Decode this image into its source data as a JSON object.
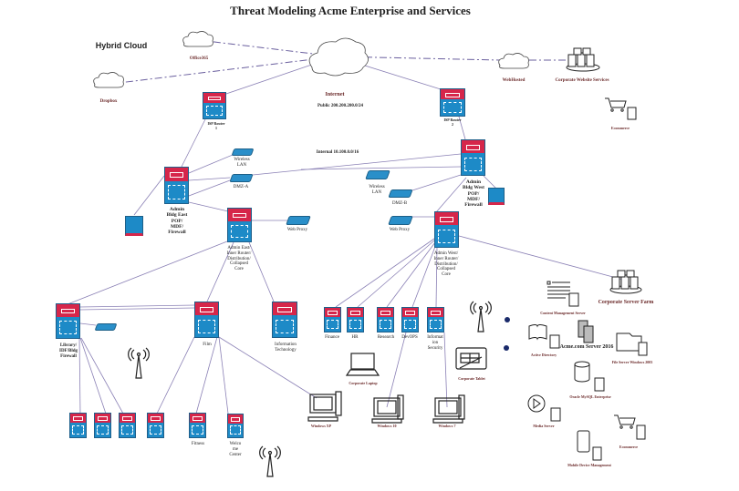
{
  "title": "Threat Modeling Acme Enterprise and Services",
  "hybrid_cloud": "Hybrid Cloud",
  "clouds": {
    "office365": "Office365",
    "dropbox": "Dropbox",
    "webhosted": "WebHosted",
    "internet": "Internet"
  },
  "networks": {
    "public": "Public 200.200.200.0/24",
    "internal": "Internal 10.100.0.0/16"
  },
  "devices": {
    "isp1": [
      "ISP Router",
      "1"
    ],
    "isp2": [
      "ISP Router",
      "2"
    ],
    "admin_east": [
      "Admin",
      "Bldg East",
      "POP/",
      "MDF/",
      "Firewall"
    ],
    "admin_west": [
      "Admin",
      "Bldg West",
      "POP/",
      "MDF/",
      "Firewall"
    ],
    "wlan_east": [
      "Wireless",
      "LAN"
    ],
    "wlan_west": [
      "Wireless",
      "LAN"
    ],
    "dmz_a": "DMZ-A",
    "dmz_b": "DMZ-B",
    "web_proxy_east": "Web Proxy",
    "web_proxy_west": "Web Proxy",
    "core_east": [
      "Admin East/",
      "Inner Router/",
      "Distribution/",
      "Collapsed",
      "Core"
    ],
    "core_west": [
      "Admin West/",
      "Inner Router/",
      "Distribution/",
      "Collapsed",
      "Core"
    ],
    "library": [
      "Library/",
      "IDF/Bldg",
      "Firewall"
    ],
    "film": "Film",
    "it": [
      "Information",
      "Technology"
    ],
    "finance": "Finance",
    "hr": "HR",
    "research": "Research",
    "devops": "DevOPS",
    "infosec": [
      "Informat",
      "ion",
      "Security"
    ],
    "fitness": "Fitness",
    "welcome": [
      "Welco",
      "me",
      "Center"
    ]
  },
  "endpoints": {
    "laptop": "Corporate Laptop",
    "tablet": "Corporate Tablet",
    "winxp": "Windows XP",
    "win10": "Windows 10",
    "win7": "Windows 7"
  },
  "services": {
    "corp_web": "Corporate Website Services",
    "ecommerce_top": "Ecommerce",
    "server_farm": "Corporate Server Farm",
    "cms": "Content Management Server",
    "ad": "Active Directory",
    "acme_server": "Acme.com Server 2016",
    "file_server": "File Server Windows 2003",
    "oracle": "Oracle MySQL Enterprise",
    "media": "Media Server",
    "ecommerce": "Ecommerce",
    "mdm": "Mobile Device Management"
  },
  "colors": {
    "switch_red": "#d6264a",
    "switch_blue": "#1d8ac7",
    "link": "#7d6fa8",
    "label_red": "#6b2a2a"
  }
}
